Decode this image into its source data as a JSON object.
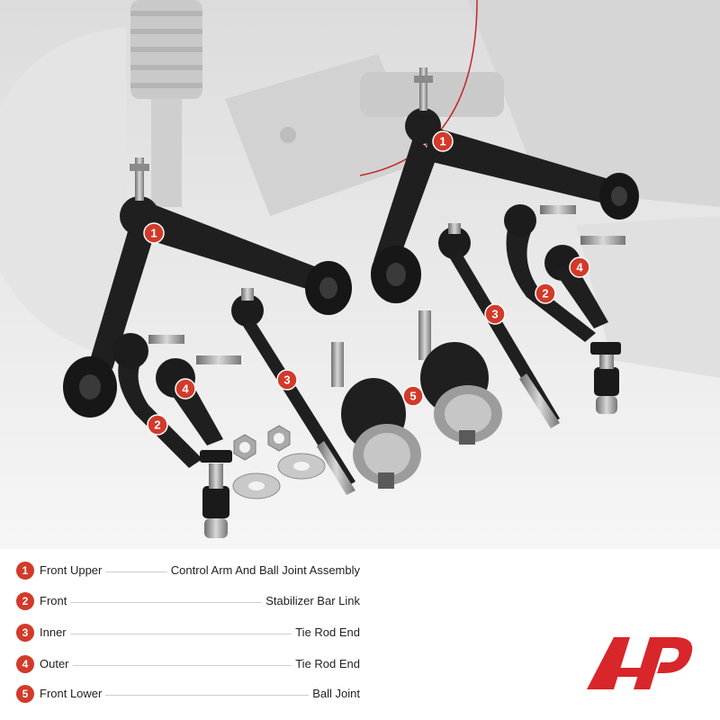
{
  "legend": [
    {
      "num": "1",
      "left": "Front Upper",
      "right": "Control Arm And Ball Joint Assembly"
    },
    {
      "num": "2",
      "left": "Front",
      "right": "Stabilizer Bar Link"
    },
    {
      "num": "3",
      "left": "Inner",
      "right": "Tie Rod End"
    },
    {
      "num": "4",
      "left": "Outer",
      "right": "Tie Rod End"
    },
    {
      "num": "5",
      "left": "Front Lower",
      "right": "Ball Joint"
    }
  ],
  "markers": [
    {
      "num": "1"
    },
    {
      "num": "1"
    },
    {
      "num": "2"
    },
    {
      "num": "2"
    },
    {
      "num": "3"
    },
    {
      "num": "3"
    },
    {
      "num": "4"
    },
    {
      "num": "4"
    },
    {
      "num": "5"
    }
  ],
  "colors": {
    "accent": "#d23a2a",
    "part": "#1f1f1f",
    "metal": "#9a9a9a"
  }
}
